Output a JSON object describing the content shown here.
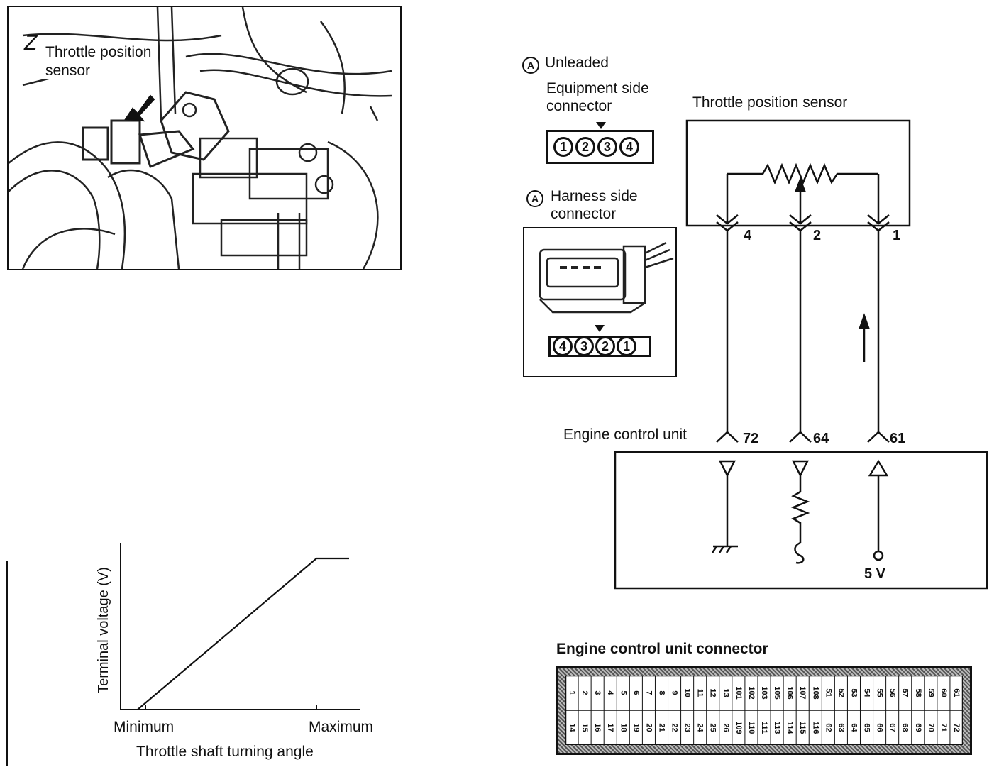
{
  "photo": {
    "label_line1": "Throttle position",
    "label_line2": "sensor"
  },
  "graph": {
    "ylabel": "Terminal voltage (V)",
    "xlabel": "Throttle shaft turning angle",
    "x_min_label": "Minimum",
    "x_max_label": "Maximum"
  },
  "connector_legend": {
    "unleaded_marker": "A",
    "unleaded_label": "Unleaded",
    "equipment_line1": "Equipment side",
    "equipment_line2": "connector",
    "equipment_pins": [
      "1",
      "2",
      "3",
      "4"
    ],
    "harness_marker": "A",
    "harness_line1": "Harness side",
    "harness_line2": "connector",
    "harness_pins": [
      "4",
      "3",
      "2",
      "1"
    ]
  },
  "circuit": {
    "tps_title": "Throttle position sensor",
    "tps_pins": [
      "4",
      "2",
      "1"
    ],
    "ecu_title": "Engine control unit",
    "ecu_pins": [
      "72",
      "64",
      "61"
    ],
    "supply_label": "5 V"
  },
  "ecu_connector": {
    "title": "Engine control unit connector",
    "top_row": [
      "1",
      "2",
      "3",
      "4",
      "5",
      "6",
      "7",
      "8",
      "9",
      "10",
      "11",
      "12",
      "13",
      "101",
      "102",
      "103",
      "105",
      "106",
      "107",
      "108",
      "51",
      "52",
      "53",
      "54",
      "55",
      "56",
      "57",
      "58",
      "59",
      "60",
      "61"
    ],
    "bottom_row": [
      "14",
      "15",
      "16",
      "17",
      "18",
      "19",
      "20",
      "21",
      "22",
      "23",
      "24",
      "25",
      "26",
      "109",
      "110",
      "111",
      "113",
      "114",
      "115",
      "116",
      "62",
      "63",
      "64",
      "65",
      "66",
      "67",
      "68",
      "69",
      "70",
      "71",
      "72"
    ]
  }
}
